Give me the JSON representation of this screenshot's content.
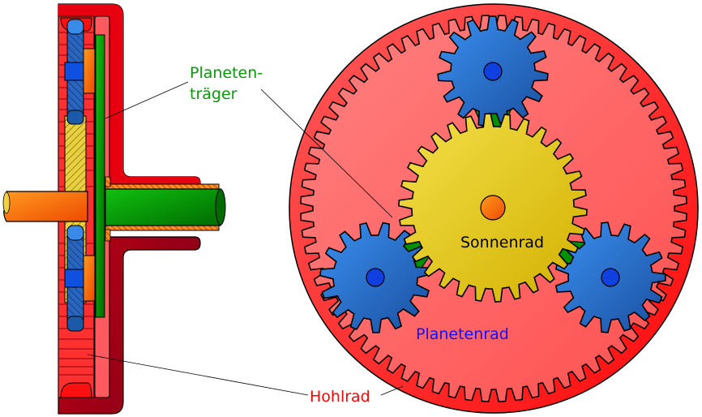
{
  "title": "Planetary gear diagram (Planetengetriebe)",
  "labels": {
    "carrier_line1": "Planeten-",
    "carrier_line2": "träger",
    "sun": "Sonnenrad",
    "planet": "Planetenrad",
    "ring": "Hohlrad"
  },
  "colors": {
    "ring": "#ff2a2a",
    "ring_inner": "#ff7070",
    "ring_dark": "#a0001c",
    "sun": "#e8cc30",
    "planet": "#2a6fd0",
    "carrier": "#009000",
    "shaft": "#ff7a10",
    "label_carrier": "#0a9a0a",
    "label_planet": "#1010ff",
    "label_ring": "#ff0000",
    "label_sun": "#000000"
  },
  "gears": {
    "ring_teeth": 72,
    "sun_teeth": 30,
    "planet_teeth": 15,
    "planet_count": 3
  }
}
